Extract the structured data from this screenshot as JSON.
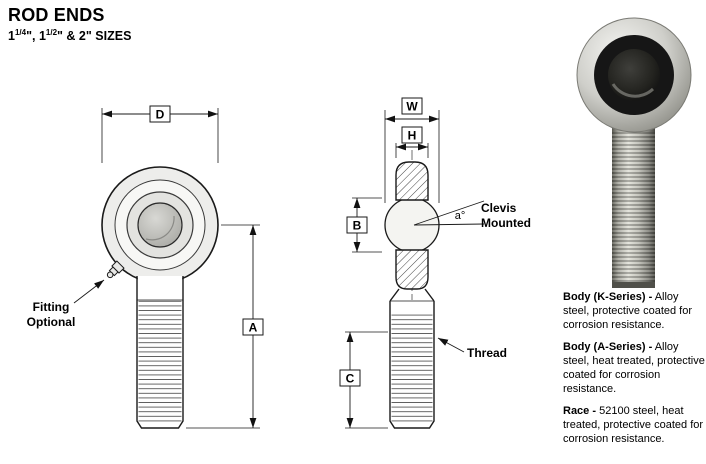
{
  "header": {
    "title": "ROD ENDS",
    "size_prefix": "1",
    "size_frac1": "1/4",
    "size_mid": "\", 1",
    "size_frac2": "1/2",
    "size_suffix": "\" & 2\" SIZES"
  },
  "drawing": {
    "dim_d": "D",
    "dim_a": "A",
    "dim_w": "W",
    "dim_h": "H",
    "dim_b": "B",
    "dim_c": "C",
    "angle_label": "a°",
    "fitting_line1": "Fitting",
    "fitting_line2": "Optional",
    "clevis_line1": "Clevis",
    "clevis_line2": "Mounted",
    "thread_label": "Thread"
  },
  "notes": [
    {
      "lead": "Body (K-Series) -",
      "text": "Alloy steel, protective coated for corrosion resistance."
    },
    {
      "lead": "Body (A-Series) -",
      "text": "Alloy steel, heat treated, protective coated for corrosion resistance."
    },
    {
      "lead": "Race -",
      "text": "52100 steel, heat treated, protective coated for corrosion resistance."
    }
  ],
  "colors": {
    "line": "#1a1a1a",
    "text": "#000000",
    "race": "#161616"
  }
}
